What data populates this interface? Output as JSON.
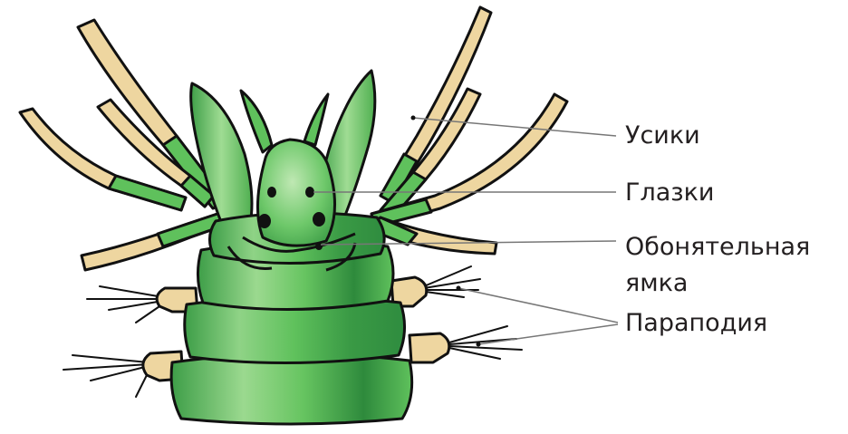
{
  "labels": {
    "antennae": "Усики",
    "eyes": "Глазки",
    "olfactory_pit_line1": "Обонятельная",
    "olfactory_pit_line2": "ямка",
    "parapodia": "Параподия"
  },
  "colors": {
    "body_green": "#5fc15c",
    "body_light": "#a9e09e",
    "body_dark": "#2f8c3f",
    "antenna_tan": "#eed6a0",
    "outline": "#111111",
    "leader_line": "#777777",
    "text": "#231f20"
  }
}
